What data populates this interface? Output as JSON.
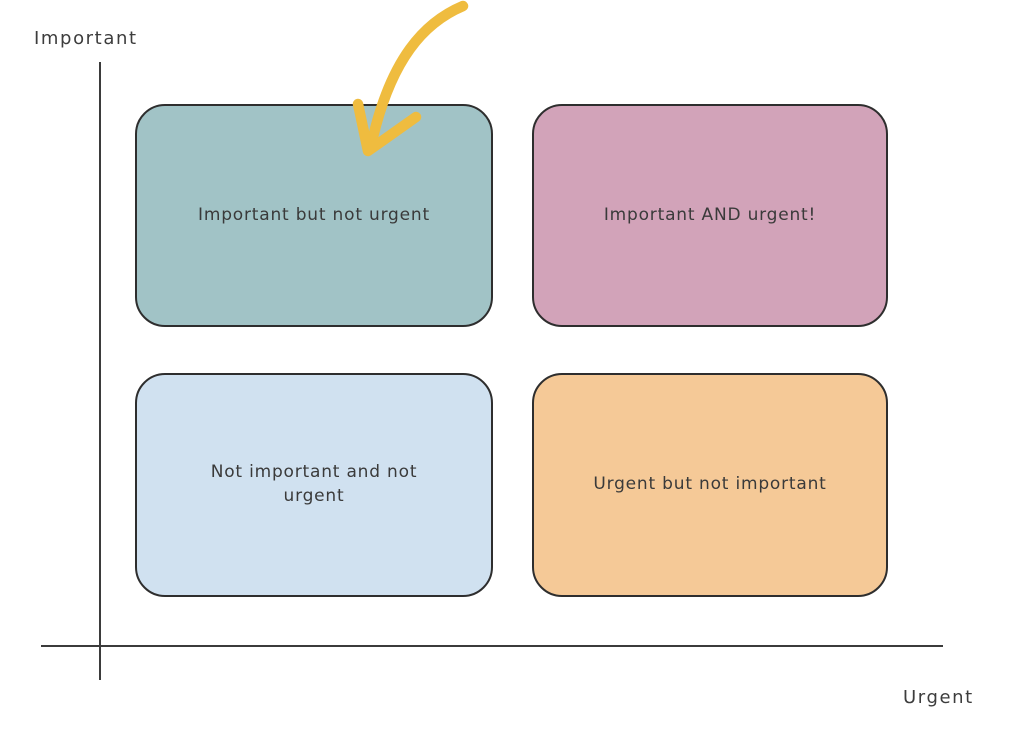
{
  "axes": {
    "y_label": "Important",
    "x_label": "Urgent",
    "line_color": "#3b3b3b"
  },
  "quadrants": [
    {
      "id": "important-not-urgent",
      "label": "Important but not urgent",
      "color": "#A1C3C6"
    },
    {
      "id": "important-and-urgent",
      "label": "Important AND urgent!",
      "color": "#D2A3B9"
    },
    {
      "id": "not-important-not-urgent",
      "label": "Not important and not urgent",
      "color": "#D0E1F0"
    },
    {
      "id": "urgent-not-important",
      "label": "Urgent but not important",
      "color": "#F5C997"
    }
  ],
  "annotations": {
    "arrow": {
      "color": "#EFBC3F",
      "points_to": "important-not-urgent"
    }
  }
}
